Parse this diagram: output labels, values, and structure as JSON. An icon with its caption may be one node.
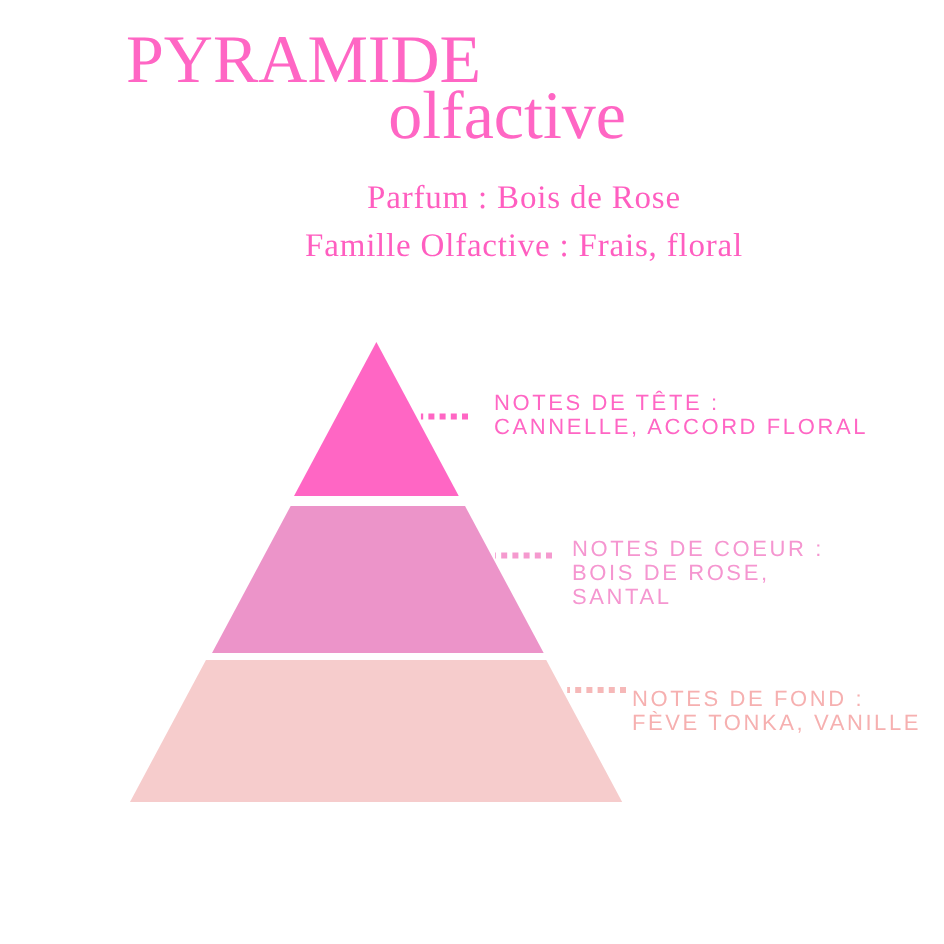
{
  "diagram": {
    "title": "PYRAMIDE olfactive",
    "nodes": [
      {
        "text": [],
        "shape": "triangle"
      },
      {
        "text": [
          "NOTES DE TÊTE :",
          "CANNELLE, ACCORD FLORAL"
        ]
      },
      {
        "text": [],
        "shape": "trapezoid"
      },
      {
        "text": [
          "NOTES DE COEUR :",
          "BOIS DE ROSE, SANTAL"
        ]
      },
      {
        "text": [],
        "shape": "trapezoid"
      },
      {
        "text": [
          "NOTES DE FOND :",
          "FÈVE TONKA, VANILLE"
        ]
      }
    ],
    "edges": [
      {
        "from": 1,
        "to": 0,
        "arrow": "none",
        "style": "dashed",
        "color": "#ff66c4"
      },
      {
        "from": 3,
        "to": 2,
        "arrow": "none",
        "style": "dashed",
        "color": "#f59acf"
      },
      {
        "from": 5,
        "to": 4,
        "arrow": "none",
        "style": "dashed",
        "color": "#f6b8b8"
      }
    ],
    "labels": [
      "Parfum : Bois de Rose",
      "Famille Olfactive : Frais, floral"
    ]
  }
}
